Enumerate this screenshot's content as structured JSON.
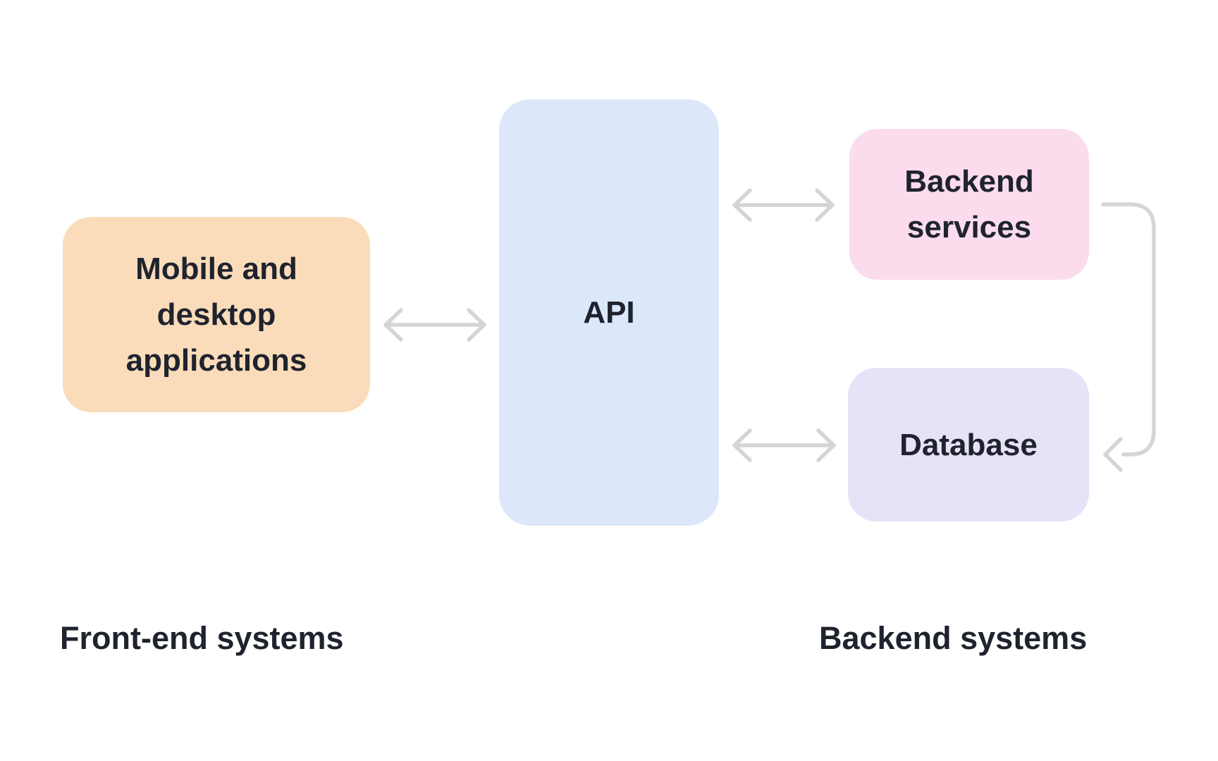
{
  "diagram": {
    "nodes": {
      "frontend_app": {
        "label": "Mobile and\ndesktop\napplications"
      },
      "api": {
        "label": "API"
      },
      "backend_services": {
        "label": "Backend\nservices"
      },
      "database": {
        "label": "Database"
      }
    },
    "groups": {
      "frontend": {
        "label": "Front-end systems"
      },
      "backend": {
        "label": "Backend systems"
      }
    },
    "edges": [
      {
        "from": "frontend_app",
        "to": "api",
        "type": "bidirectional"
      },
      {
        "from": "api",
        "to": "backend_services",
        "type": "bidirectional"
      },
      {
        "from": "api",
        "to": "database",
        "type": "bidirectional"
      },
      {
        "from": "backend_services",
        "to": "database",
        "type": "directed"
      }
    ]
  },
  "colors": {
    "bg": "#FFFFFF",
    "text": "#1F232E",
    "arrow": "#D5D5D5",
    "node-frontend": "#FADCBA",
    "node-api": "#DCE8F9",
    "node-backend": "#FBDCEC",
    "node-database": "#E8E2F8"
  }
}
